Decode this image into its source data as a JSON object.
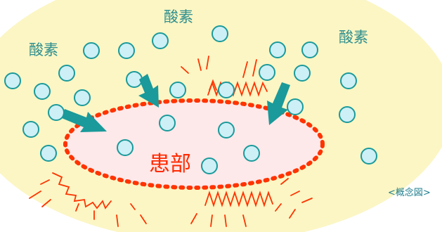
{
  "labels": {
    "oxygen_top": "酸素",
    "oxygen_left": "酸素",
    "oxygen_right": "酸素",
    "affected_area": "患部",
    "concept_note": "<概念図>"
  },
  "colors": {
    "background_field": "#fbf6c4",
    "molecule_fill": "#cdeff6",
    "molecule_stroke": "#1a9a9a",
    "arrow": "#1a9a9a",
    "affected_fill": "#fde8ea",
    "affected_border": "#ff3300",
    "heat_lines": "#ff3300",
    "label_text": "#2f8f8f",
    "affected_text": "#ff2a00"
  }
}
